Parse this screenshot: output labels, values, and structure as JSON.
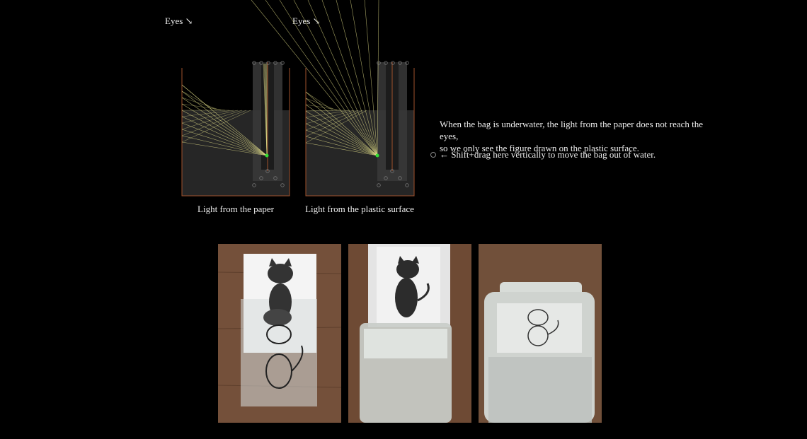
{
  "labels": {
    "eyes_left": "Eyes ↘",
    "eyes_right": "Eyes ↘",
    "caption_left": "Light from the paper",
    "caption_right": "Light from the plastic surface"
  },
  "info": {
    "line1": "When the bag is underwater, the light from the paper does not reach the eyes,",
    "line2": "so we only see the figure drawn on the plastic surface.",
    "hint": "← Shift+drag here vertically to move the bag out of water."
  },
  "colors": {
    "background": "#000000",
    "ray": "#e6e28a",
    "water": "#262626",
    "tank_border": "#a0522d",
    "source": "#33dd33"
  },
  "photos": [
    {
      "icon": "photo-paper-cat-behind-bag"
    },
    {
      "icon": "photo-paper-cat-in-bag-above-water"
    },
    {
      "icon": "photo-bag-underwater-only-drawing"
    }
  ]
}
